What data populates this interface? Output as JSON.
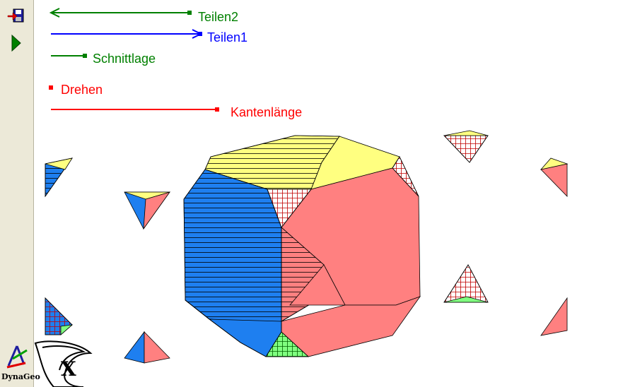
{
  "app": {
    "logo_text": "DynaGeo"
  },
  "toolbar": {
    "items": [
      {
        "icon": "exit-icon"
      },
      {
        "icon": "play-icon"
      }
    ]
  },
  "sliders": {
    "teilen2": {
      "label": "Teilen2",
      "color": "#008000"
    },
    "teilen1": {
      "label": "Teilen1",
      "color": "#0000ff"
    },
    "schnittlage": {
      "label": "Schnittlage",
      "color": "#008000"
    },
    "drehen": {
      "label": "Drehen",
      "color": "#ff0000"
    },
    "kantenlaenge": {
      "label": "Kantenlänge",
      "color": "#ff0000"
    }
  },
  "colors": {
    "blue_face": "#1e7ff0",
    "red_face": "#ff8080",
    "yellow_face": "#ffff80",
    "green_face": "#80ff80",
    "hatch_red": "#c00000"
  }
}
